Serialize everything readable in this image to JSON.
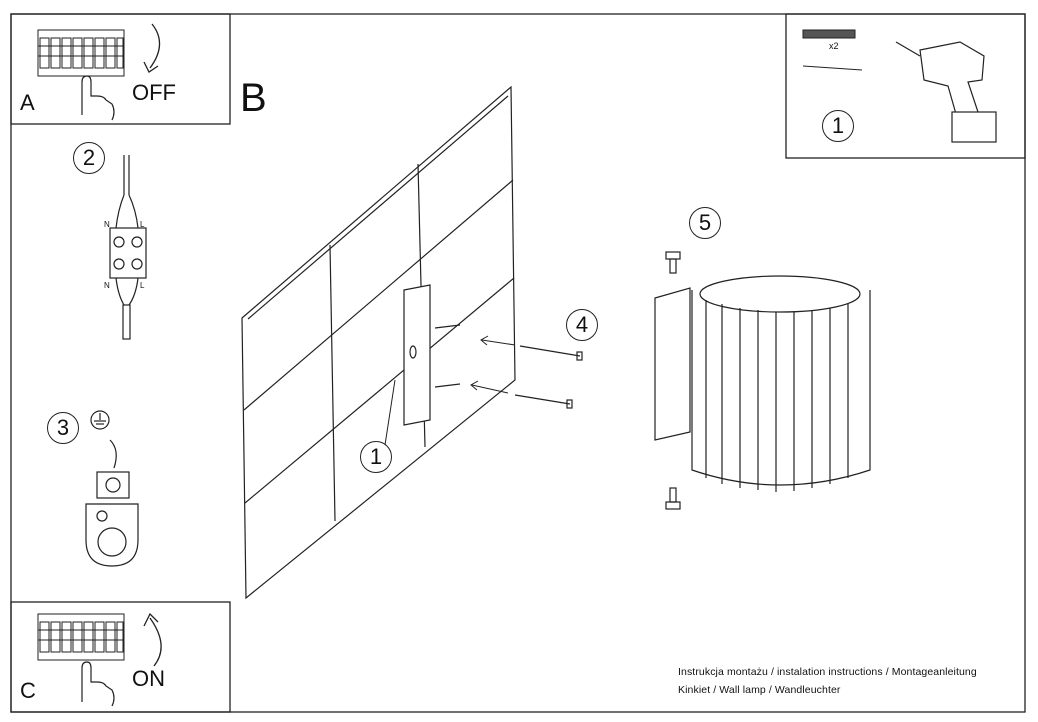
{
  "panel_a": {
    "letter": "A",
    "state": "OFF"
  },
  "panel_c": {
    "letter": "C",
    "state": "ON"
  },
  "main_letter": "B",
  "tools": {
    "qty": "x2",
    "step": "1"
  },
  "steps": {
    "wiring": "2",
    "ground": "3",
    "wall_screws": "4",
    "mount_lamp": "5",
    "bracket": "1"
  },
  "terminal": {
    "n_top": "N",
    "l_top": "L",
    "n_bottom": "N",
    "l_bottom": "L"
  },
  "footer": {
    "line1": "Instrukcja montażu / instalation instructions / Montageanleitung",
    "line2": "Kinkiet / Wall lamp / Wandleuchter"
  }
}
